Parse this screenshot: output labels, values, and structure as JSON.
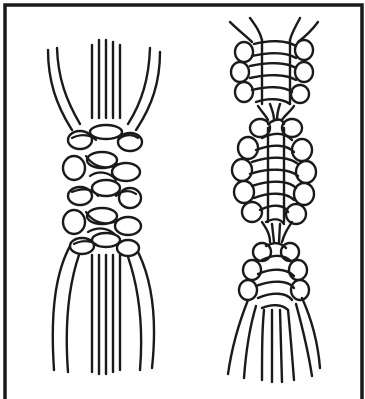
{
  "figure": {
    "panels": [
      {
        "id": "left",
        "knot_rows": 5
      },
      {
        "id": "right",
        "bulges": 3
      }
    ]
  }
}
